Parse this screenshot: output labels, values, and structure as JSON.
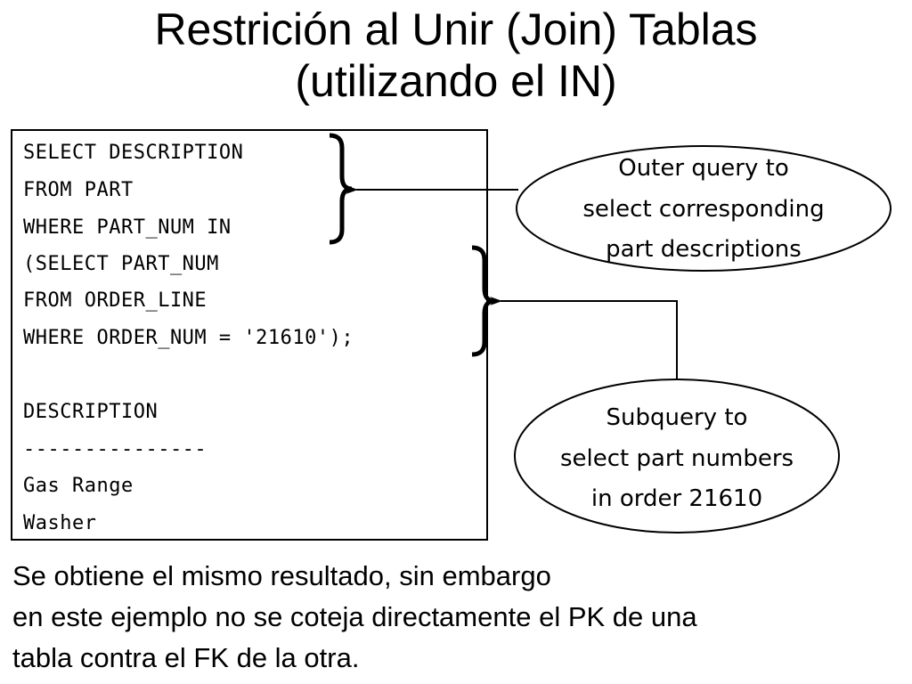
{
  "title": {
    "line1": "Restrición al Unir (Join) Tablas",
    "line2": "(utilizando el IN)"
  },
  "code": {
    "lines": [
      "SELECT DESCRIPTION",
      "FROM PART",
      "WHERE PART_NUM IN",
      "(SELECT PART_NUM",
      "FROM ORDER_LINE",
      "WHERE ORDER_NUM = '21610');",
      "",
      "DESCRIPTION",
      "---------------",
      "Gas Range",
      "Washer"
    ]
  },
  "callouts": {
    "outer": {
      "lines": [
        "Outer query to",
        "select corresponding",
        "part descriptions"
      ]
    },
    "subquery": {
      "lines": [
        "Subquery to",
        "select part numbers",
        "in order 21610"
      ]
    }
  },
  "caption": {
    "lines": [
      "Se obtiene el mismo resultado, sin embargo",
      "en este ejemplo no se coteja directamente el PK de una",
      "tabla contra el FK de la otra."
    ]
  }
}
